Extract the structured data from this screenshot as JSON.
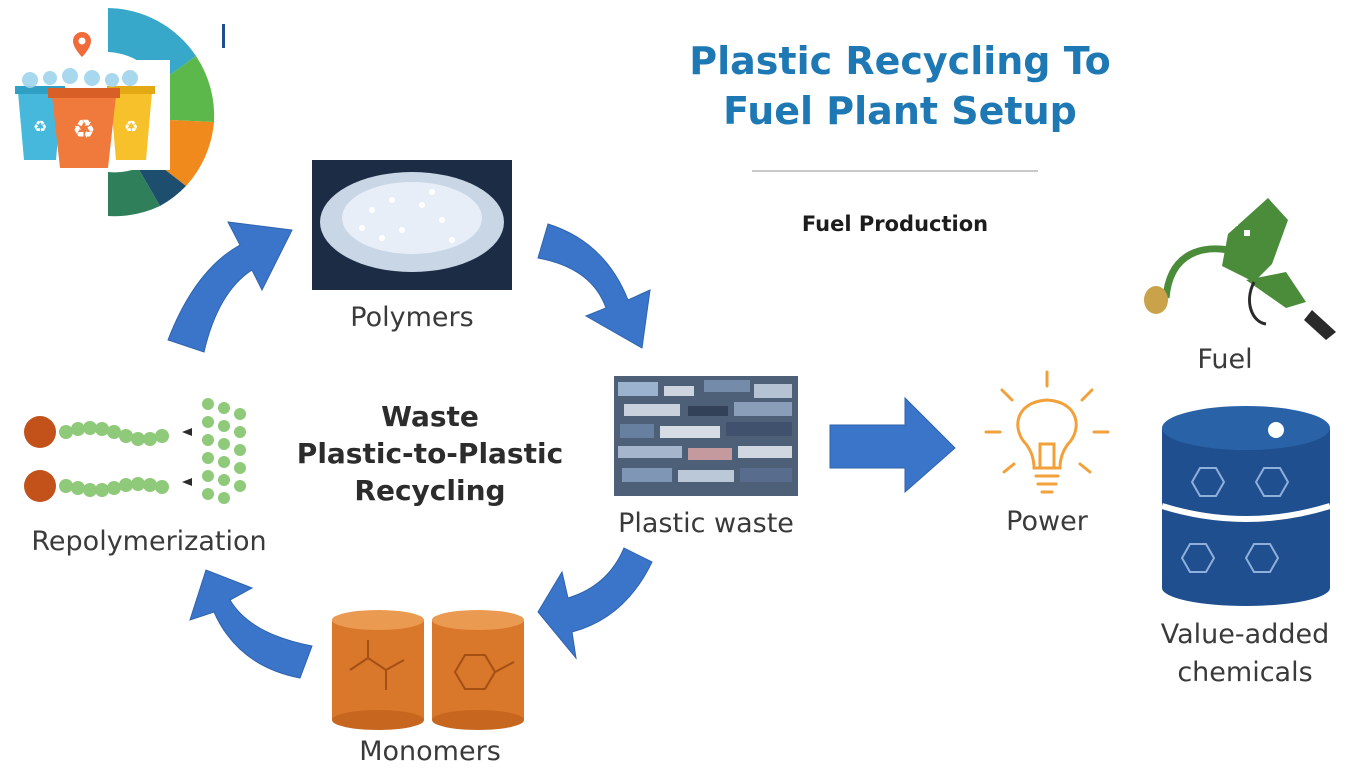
{
  "title": {
    "line1": "Plastic Recycling To",
    "line2": "Fuel Plant Setup"
  },
  "subtitle": "Fuel Production",
  "center": {
    "line1": "Waste",
    "line2": "Plastic-to-Plastic",
    "line3": "Recycling"
  },
  "nodes": {
    "polymers": "Polymers",
    "plastic_waste": "Plastic waste",
    "monomers": "Monomers",
    "repolymerization": "Repolymerization",
    "power": "Power",
    "fuel": "Fuel",
    "chemicals_line1": "Value-added",
    "chemicals_line2": "chemicals"
  },
  "colors": {
    "arrow_blue": "#3a75c9",
    "title_blue": "#1e78b4",
    "barrel_orange": "#d9772a",
    "db_navy": "#1f4f8f",
    "nozzle_green": "#4a8c3a",
    "bulb_orange": "#f2a03a",
    "bead_green": "#8fc97a",
    "bead_brown": "#c2521a"
  },
  "icons": [
    "recycle-bins-logo",
    "polymer-pellets-image",
    "plastic-waste-image",
    "monomer-barrels-icon",
    "polymer-chain-icon",
    "lightbulb-icon",
    "fuel-nozzle-icon",
    "chemical-database-icon"
  ]
}
